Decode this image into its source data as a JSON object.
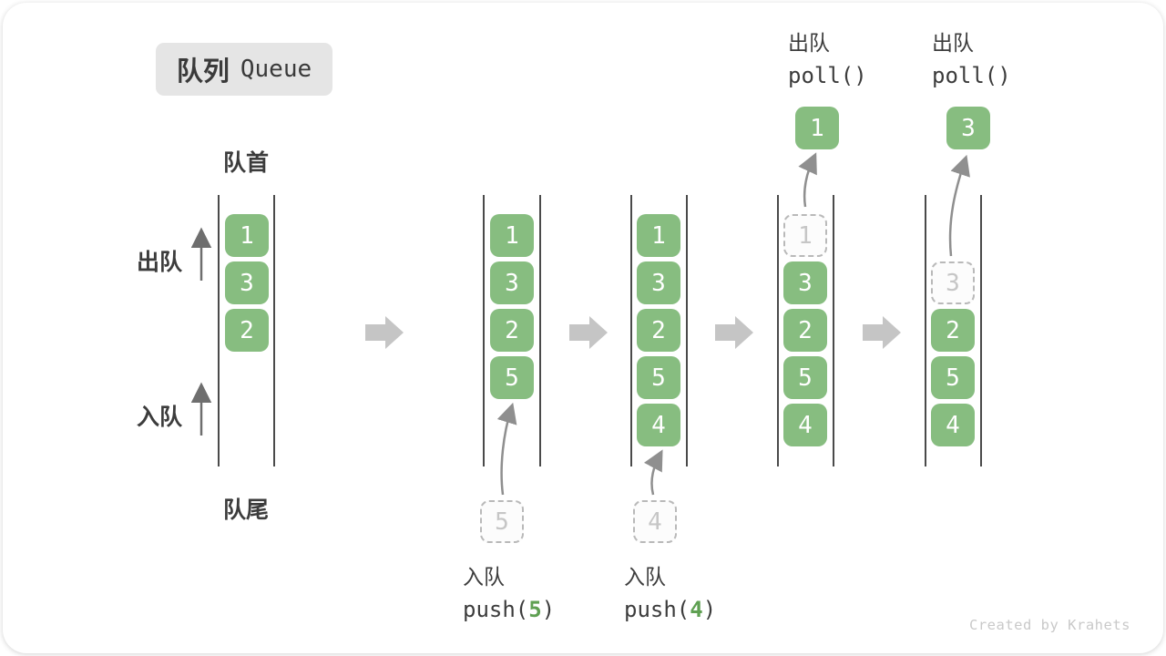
{
  "title": {
    "zh": "队列",
    "en": "Queue"
  },
  "labels": {
    "front": "队首",
    "rear": "队尾",
    "dequeue": "出队",
    "enqueue": "入队"
  },
  "colors": {
    "box_green": "#87bd80",
    "code_arg_green": "#5fa052",
    "big_arrow_gray": "#c5c5c5",
    "dashed_gray": "#b9b9b9",
    "text_dark": "#3c3c3c",
    "badge_gray": "#e5e5e5"
  },
  "states": [
    {
      "boxes": [
        "1",
        "3",
        "2"
      ]
    },
    {
      "boxes": [
        "1",
        "3",
        "2",
        "5"
      ],
      "pending": "5",
      "op": {
        "line1": "入队",
        "fn": "push(",
        "arg": "5",
        "close": ")"
      }
    },
    {
      "boxes": [
        "1",
        "3",
        "2",
        "5",
        "4"
      ],
      "pending": "4",
      "op": {
        "line1": "入队",
        "fn": "push(",
        "arg": "4",
        "close": ")"
      }
    },
    {
      "boxes": [
        "3",
        "2",
        "5",
        "4"
      ],
      "dashed": "1",
      "popped": "1",
      "op": {
        "line1": "出队",
        "fn": "poll()"
      }
    },
    {
      "boxes": [
        "2",
        "5",
        "4"
      ],
      "dashed": "3",
      "popped": "3",
      "op": {
        "line1": "出队",
        "fn": "poll()"
      }
    }
  ],
  "watermark": "Created by Krahets"
}
